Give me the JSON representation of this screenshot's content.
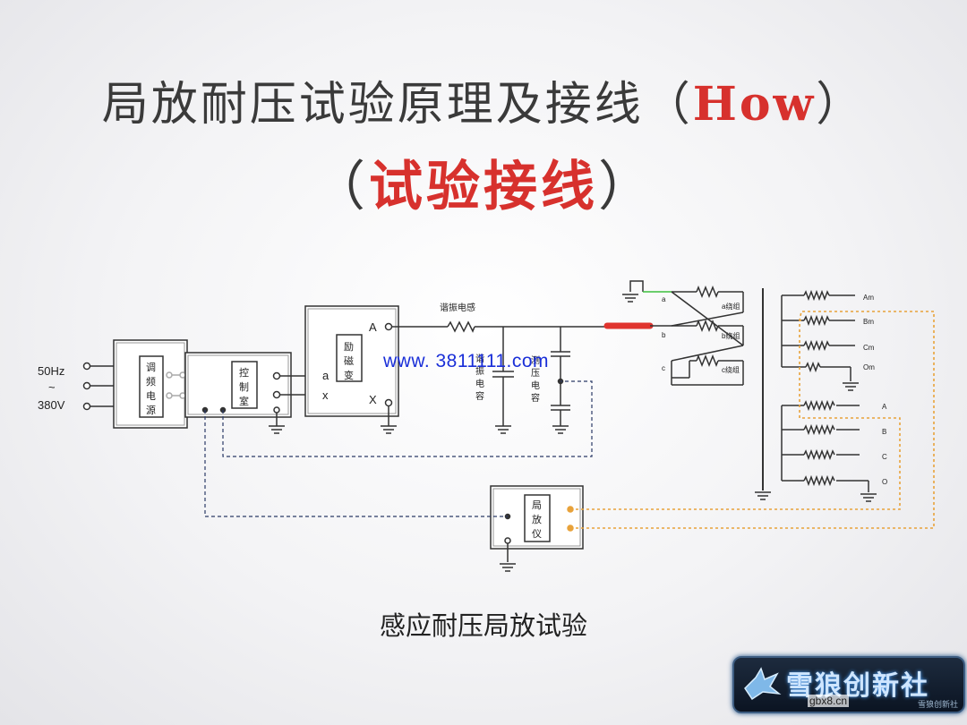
{
  "title": {
    "line1_main": "局放耐压试验原理及接线（",
    "line1_highlight": "How",
    "line1_end": "）",
    "line2_open": "（",
    "line2_highlight": "试验接线",
    "line2_close": "）"
  },
  "diagram": {
    "supply_freq": "50Hz",
    "supply_tilde": "~",
    "supply_volt": "380V",
    "box_vfps": [
      "调",
      "频",
      "电",
      "源"
    ],
    "box_control": [
      "控",
      "制",
      "室"
    ],
    "box_exciter": [
      "励",
      "磁",
      "变"
    ],
    "box_pd": [
      "局",
      "放",
      "仪"
    ],
    "term_a": "a",
    "term_x": "x",
    "term_A": "A",
    "term_X": "X",
    "resonant_inductor": "谐振电感",
    "resonant_cap": [
      "谐",
      "振",
      "电",
      "容"
    ],
    "measure_cap": [
      "测",
      "压",
      "电",
      "容"
    ],
    "primary_labels": [
      "a",
      "b",
      "c"
    ],
    "winding_labels": [
      "a绕组",
      "b绕组",
      "c绕组"
    ],
    "secondary_upper": [
      "Am",
      "Bm",
      "Cm",
      "Om"
    ],
    "secondary_lower": [
      "A",
      "B",
      "C",
      "O"
    ]
  },
  "caption": "感应耐压局放试验",
  "watermark": "www. 3811111.com",
  "logo": {
    "text": "雪狼创新社",
    "sub": "雪狼创新社"
  },
  "site_label": "gbx8.cn",
  "colors": {
    "title_highlight": "#d7312d",
    "line": "#333333",
    "dotted_orange": "#e8a23a",
    "dashed_navy": "#2b3a66",
    "bushing_red": "#e0342e",
    "lead_green": "#3cbf3c",
    "watermark": "#1a2fd8"
  }
}
